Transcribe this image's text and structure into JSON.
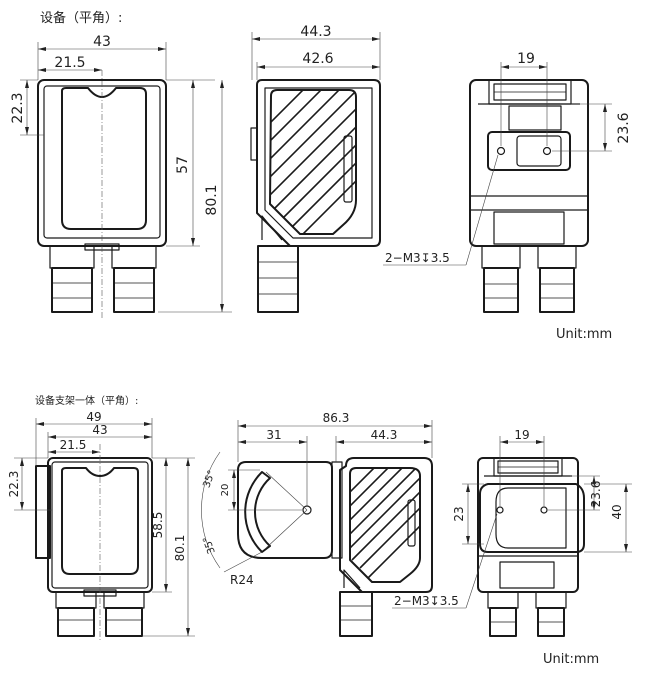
{
  "titles": {
    "device": "设备（平角）:",
    "device_bracket": "设备支架一体（平角）:"
  },
  "units": {
    "top": "Unit:mm",
    "bottom": "Unit:mm"
  },
  "device": {
    "front": {
      "width_total": "43",
      "width_half": "21.5",
      "height_top": "22.3",
      "height_body": "57",
      "height_total": "80.1"
    },
    "side": {
      "depth_total": "44.3",
      "depth_body": "42.6"
    },
    "back": {
      "width_holes": "19",
      "height_holes": "23.6",
      "thread": "2−M3↧3.5"
    }
  },
  "bracket": {
    "front": {
      "width_outer": "49",
      "width_body": "43",
      "width_half": "21.5",
      "height_top": "22.3",
      "height_body": "58.5",
      "height_total": "80.1"
    },
    "side": {
      "length_total": "86.3",
      "bracket_len": "31",
      "device_depth": "44.3",
      "angle_top": "35°",
      "angle_bottom": "35°",
      "height_small": "20",
      "radius": "R24"
    },
    "back": {
      "width_holes": "19",
      "height_holes": "23.6",
      "height_slot": "23",
      "height_total": "40",
      "thread": "2−M3↧3.5"
    }
  }
}
